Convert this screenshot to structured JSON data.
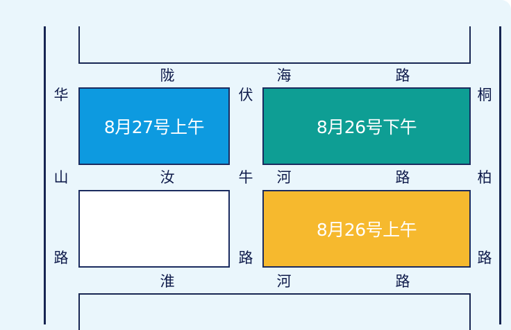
{
  "roads": {
    "longhai": [
      "陇",
      "海",
      "路"
    ],
    "huashan": [
      "华",
      "山",
      "路"
    ],
    "funiu": [
      "伏",
      "牛",
      "路"
    ],
    "tongbai": [
      "桐",
      "柏",
      "路"
    ],
    "ruhe": [
      "汝",
      "河",
      "路"
    ],
    "huaihe": [
      "淮",
      "河",
      "路"
    ]
  },
  "blocks": {
    "blue": {
      "label": "8月27号上午",
      "color": "#0d9ae0"
    },
    "teal": {
      "label": "8月26号下午",
      "color": "#0e9e94"
    },
    "empty": {
      "label": "",
      "color": "#ffffff"
    },
    "orange": {
      "label": "8月26号上午",
      "color": "#f6b92e"
    }
  },
  "colors": {
    "background": "#eaf6fc",
    "line": "#172552",
    "text": "#0e1a4a"
  }
}
